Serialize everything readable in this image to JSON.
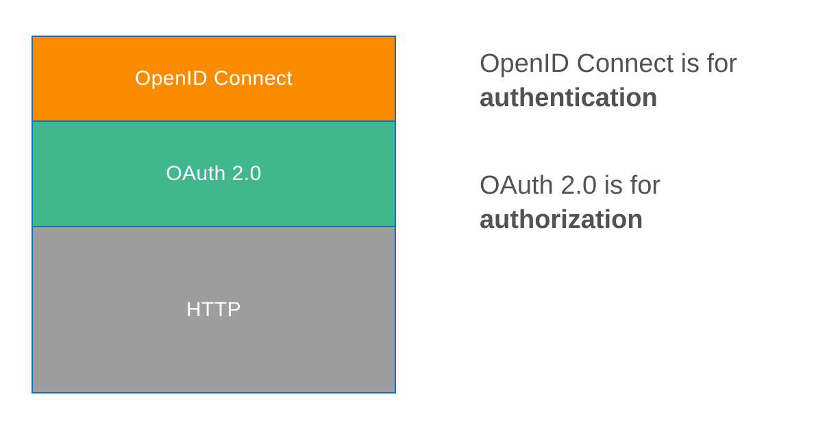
{
  "diagram": {
    "border_color": "#0E76B8",
    "layers": [
      {
        "id": "openid-connect",
        "label": "OpenID Connect",
        "color": "#FB8C00",
        "text_color": "#FFFFFF"
      },
      {
        "id": "oauth-2-0",
        "label": "OAuth 2.0",
        "color": "#41B78E",
        "text_color": "#FFFFFF"
      },
      {
        "id": "http",
        "label": "HTTP",
        "color": "#9E9E9E",
        "text_color": "#FFFFFF"
      }
    ]
  },
  "annotations": [
    {
      "lead": "OpenID Connect is for",
      "emphasis": "authentication"
    },
    {
      "lead": "OAuth 2.0 is for",
      "emphasis": "authorization"
    }
  ],
  "colors": {
    "annotation_text": "#515254",
    "background": "#FFFFFF"
  }
}
